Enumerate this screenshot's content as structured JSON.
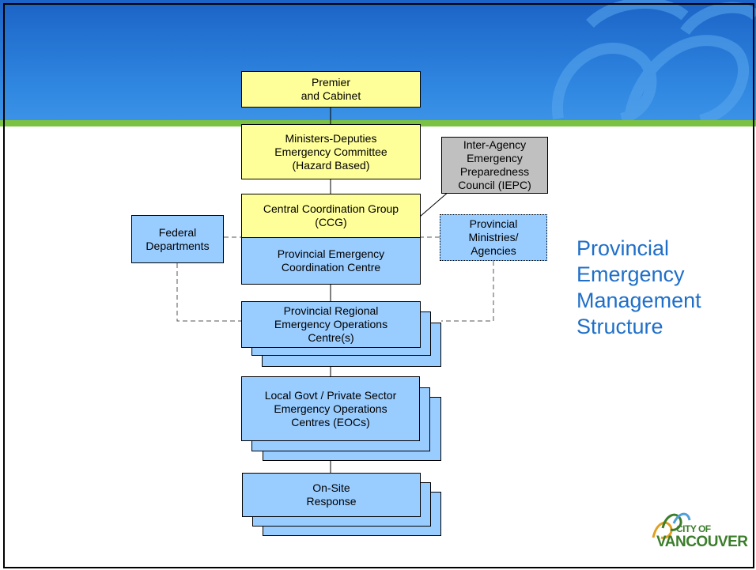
{
  "boxes": {
    "premier": "Premier\nand Cabinet",
    "ministers": "Ministers-Deputies\nEmergency Committee\n(Hazard Based)",
    "iepc": "Inter-Agency\nEmergency\nPreparedness\nCouncil (IEPC)",
    "ccg": "Central Coordination Group\n(CCG)",
    "federal": "Federal\nDepartments",
    "provincial_ministries": "Provincial\nMinistries/\nAgencies",
    "pecc": "Provincial Emergency\nCoordination Centre",
    "preoc": "Provincial Regional\nEmergency Operations\nCentre(s)",
    "local_eoc": "Local Govt / Private Sector\nEmergency Operations\nCentres (EOCs)",
    "onsite": "On-Site\nResponse"
  },
  "title": "Provincial\nEmergency\nManagement\nStructure",
  "logo": {
    "line1": "CITY OF",
    "line2": "VANCOUVER"
  },
  "colors": {
    "header_blue": "#2f86e0",
    "stripe_green": "#7cc242",
    "box_yellow": "#ffff99",
    "box_blue": "#99ccff",
    "box_grey": "#c0c0c0",
    "title_blue": "#1f6fc9",
    "logo_green": "#3a7d2a"
  }
}
